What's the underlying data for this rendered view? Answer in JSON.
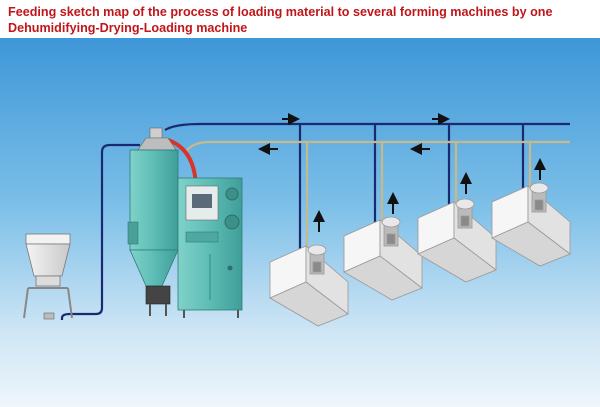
{
  "title": {
    "line1": "Feeding sketch map of the process of loading material to several forming machines by one",
    "line2": "Dehumidifying-Drying-Loading machine"
  },
  "diagram": {
    "components": [
      "hopper",
      "dehumidifying-drying-loading-machine",
      "forming-machine",
      "forming-machine",
      "forming-machine",
      "forming-machine"
    ],
    "flow_arrows": {
      "supply_direction": "right",
      "return_direction": "left",
      "drop_direction": "up"
    },
    "colors": {
      "background_top": "#4aa2de",
      "background_bottom": "#eaf4fb",
      "title": "#c0161b",
      "machine_body": "#5fbfb8",
      "supply_pipe": "#1a2a72",
      "return_pipe": "#c8b98c",
      "material_hose": "#d8342c",
      "forming_machine": "#f6f6f6"
    }
  }
}
